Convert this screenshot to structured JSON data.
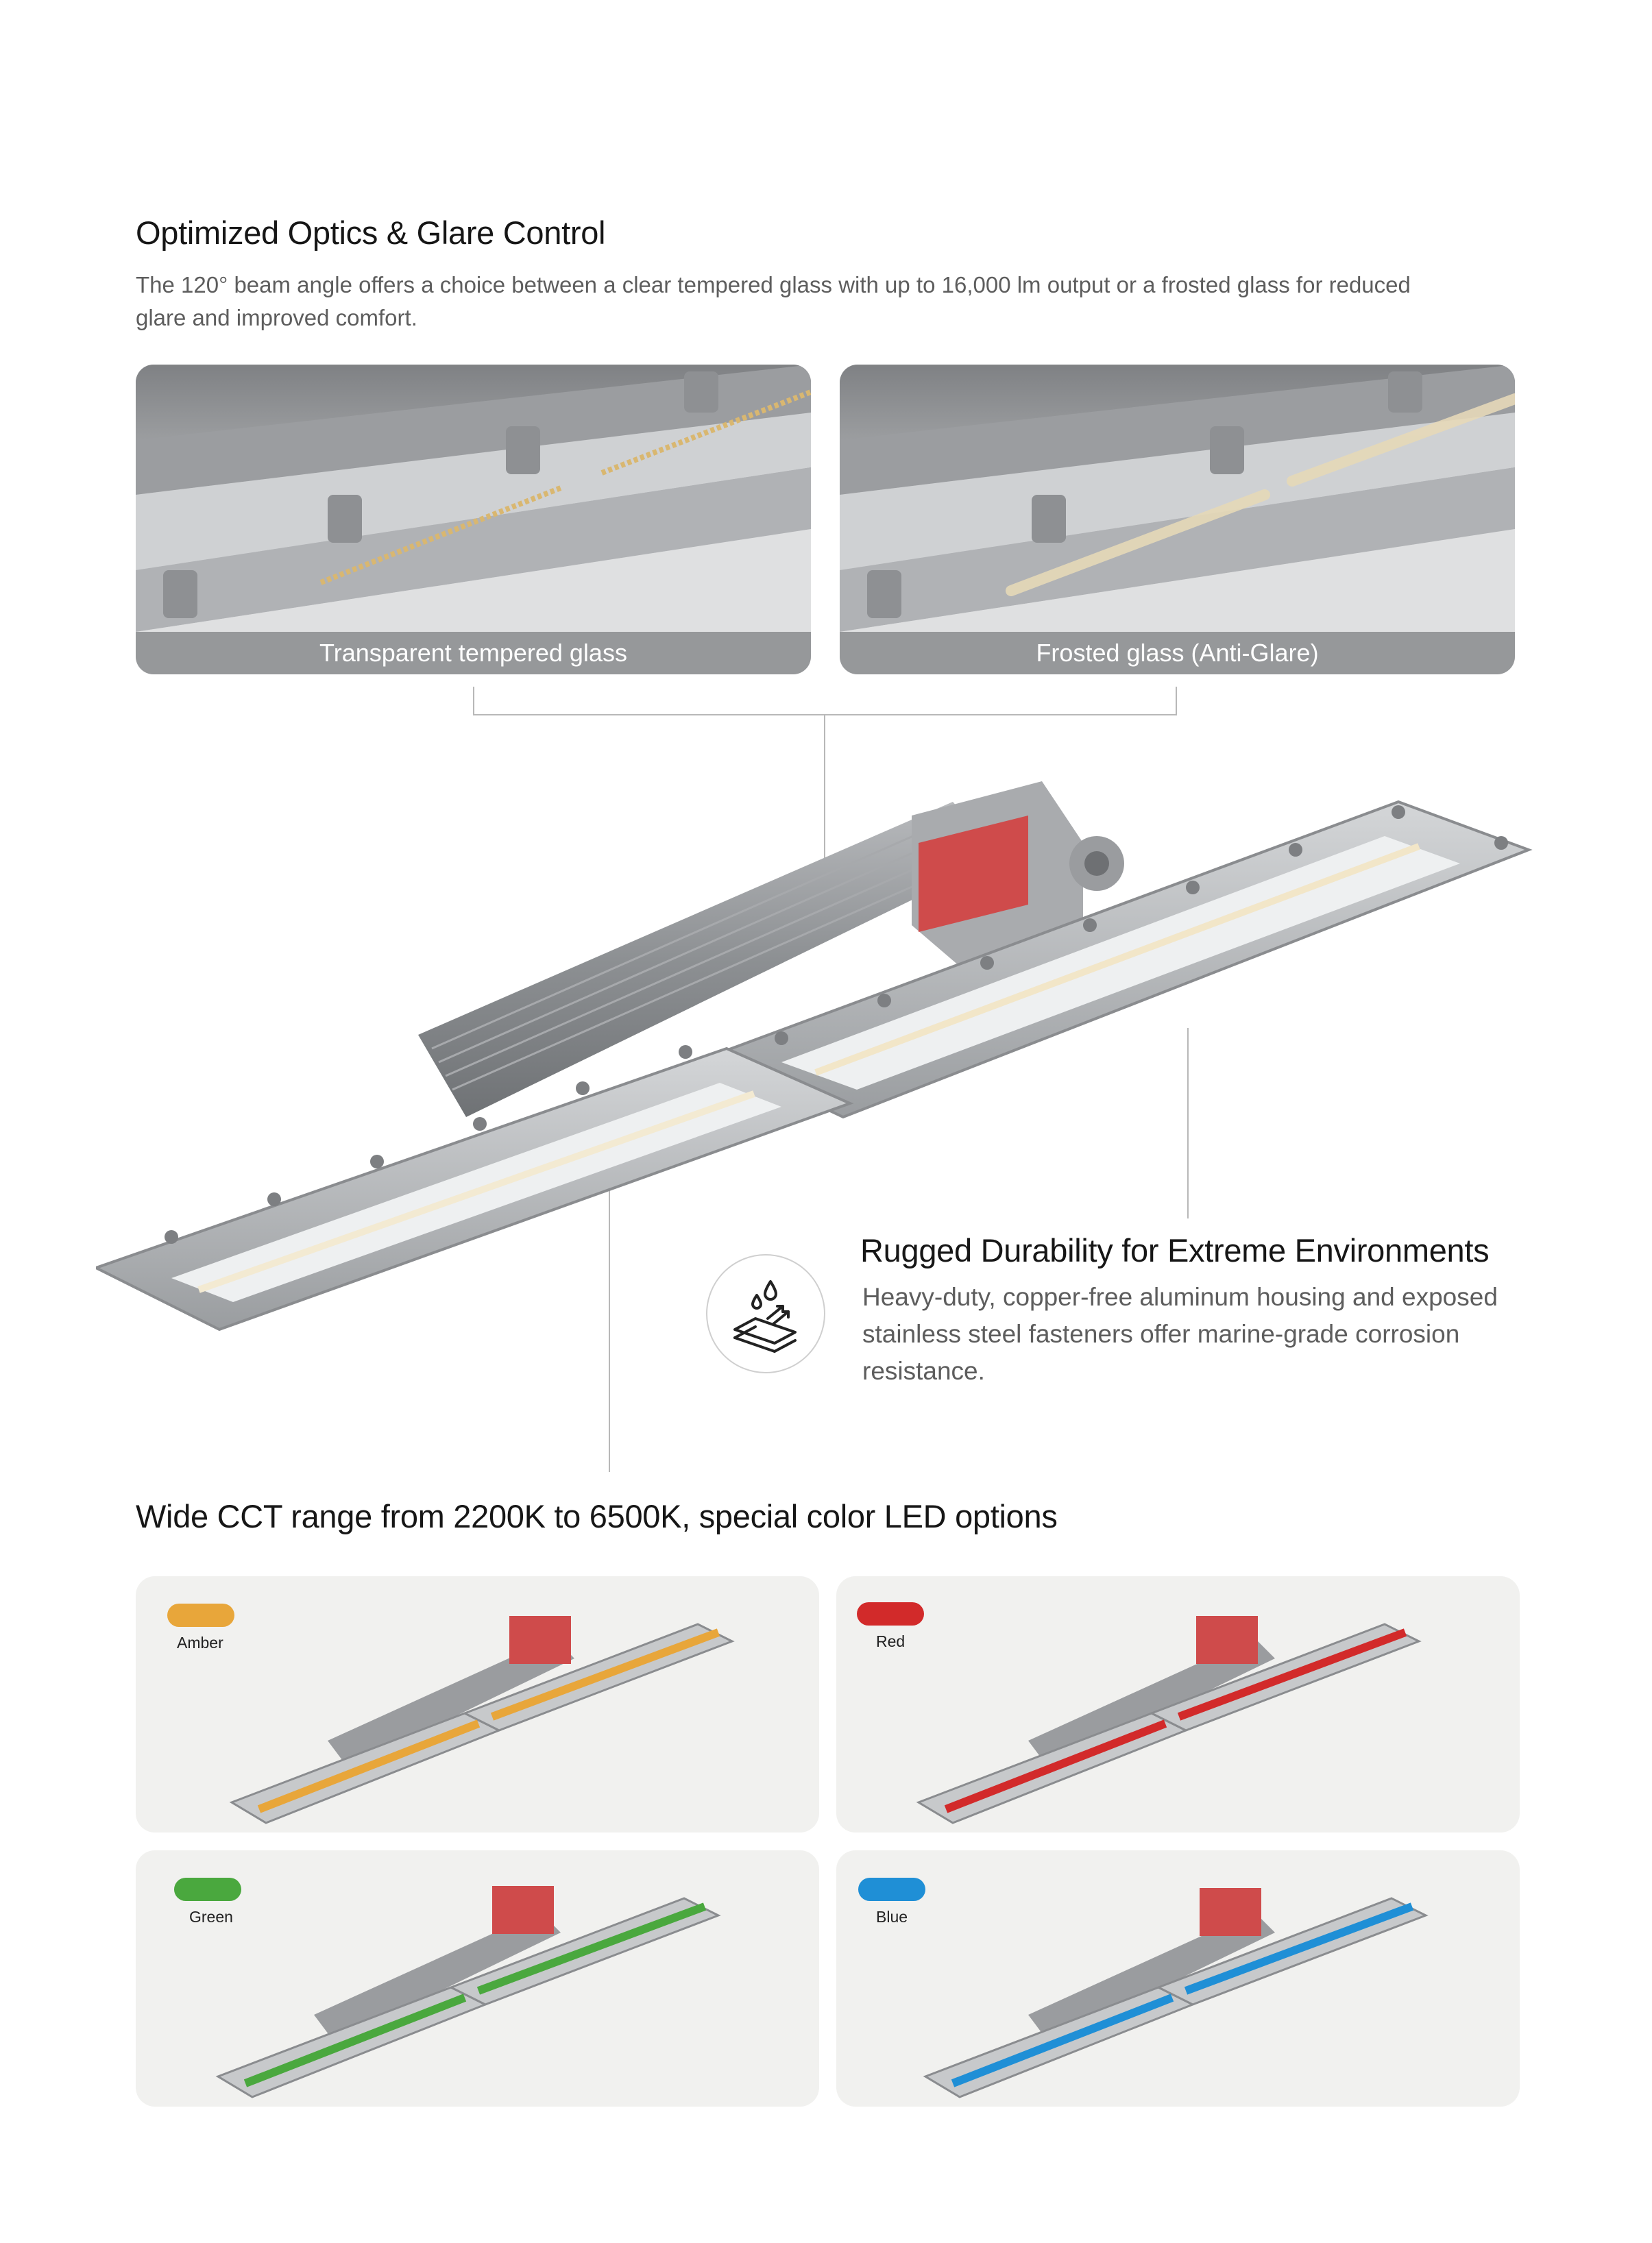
{
  "optics": {
    "title": "Optimized Optics & Glare Control",
    "description": "The 120° beam angle offers a choice between a clear tempered glass with up to 16,000 lm output or a frosted glass for reduced glare and improved comfort.",
    "options": [
      {
        "caption": "Transparent tempered glass"
      },
      {
        "caption": "Frosted glass (Anti-Glare)"
      }
    ]
  },
  "durability": {
    "title": "Rugged Durability for Extreme Environments",
    "description": "Heavy-duty, copper-free aluminum housing and exposed stainless steel fasteners offer marine-grade corrosion resistance.",
    "icon": "corrosion-resistance-icon"
  },
  "cct": {
    "title": "Wide CCT range from 2200K to 6500K, special color LED options",
    "options": [
      {
        "label": "Amber",
        "color": "#e8a63a"
      },
      {
        "label": "Red",
        "color": "#d22a2a"
      },
      {
        "label": "Green",
        "color": "#4aa83e"
      },
      {
        "label": "Blue",
        "color": "#1f8fd6"
      }
    ]
  }
}
